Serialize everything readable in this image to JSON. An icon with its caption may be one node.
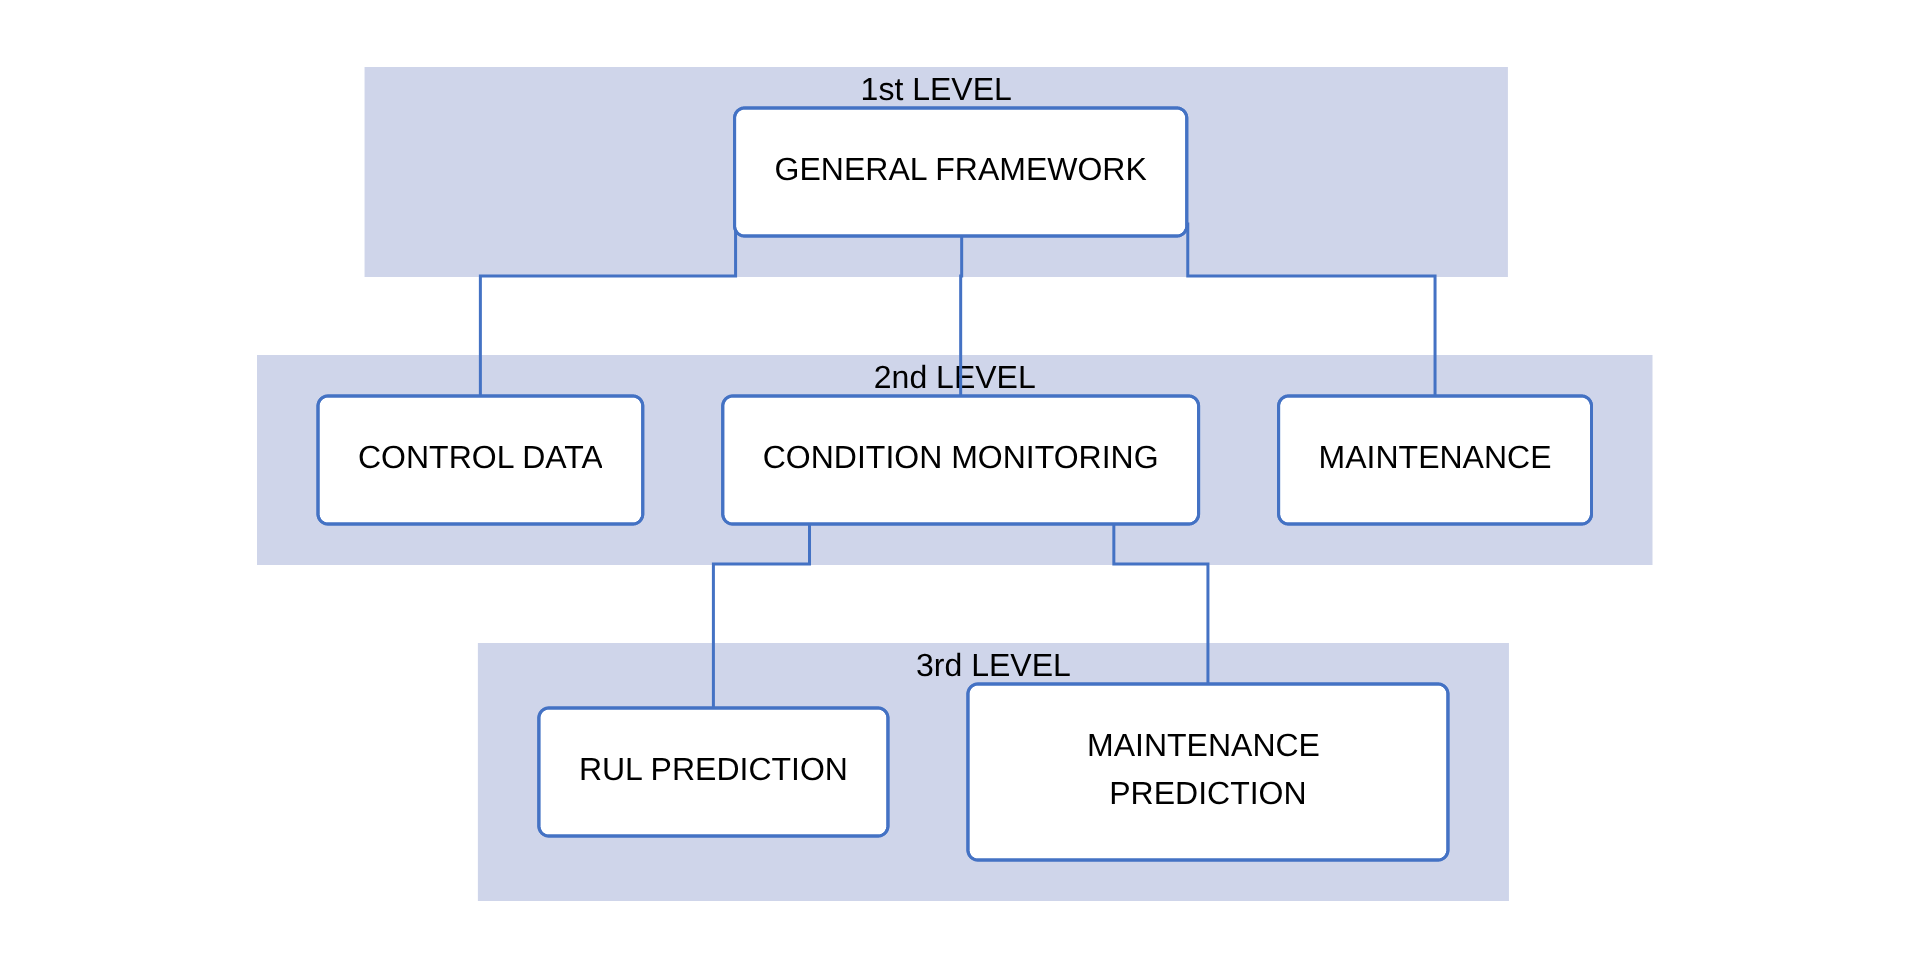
{
  "diagram": {
    "nodes": [
      {
        "text": [
          "1st LEVEL"
        ]
      },
      {
        "text": [
          "GENERAL FRAMEWORK"
        ],
        "in": 0
      },
      {
        "text": [
          "2nd LEVEL"
        ]
      },
      {
        "text": [
          "CONTROL DATA"
        ],
        "in": 2
      },
      {
        "text": [
          "CONDITION MONITORING"
        ],
        "in": 2
      },
      {
        "text": [
          "MAINTENANCE"
        ],
        "in": 2
      },
      {
        "text": [
          "3rd LEVEL"
        ]
      },
      {
        "text": [
          "RUL PREDICTION"
        ],
        "in": 6
      },
      {
        "text": [
          "MAINTENANCE PREDICTION"
        ],
        "in": 6
      }
    ],
    "edges": [
      {
        "from": 1,
        "to": 3,
        "arrow": "none"
      },
      {
        "from": 1,
        "to": 4,
        "arrow": "none"
      },
      {
        "from": 1,
        "to": 5,
        "arrow": "none"
      },
      {
        "from": 4,
        "to": 7,
        "arrow": "none"
      },
      {
        "from": 4,
        "to": 8,
        "arrow": "none"
      }
    ]
  }
}
